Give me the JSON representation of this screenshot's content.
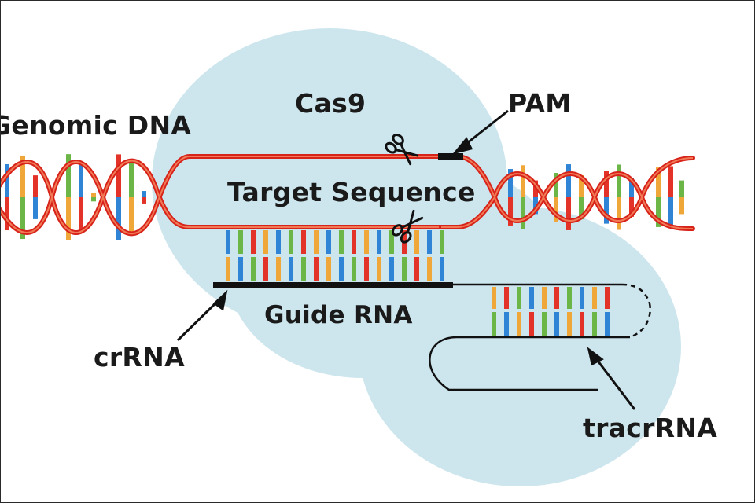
{
  "labels": {
    "genomic_dna": "Genomic DNA",
    "cas9": "Cas9",
    "pam": "PAM",
    "target_sequence": "Target Sequence",
    "guide_rna": "Guide RNA",
    "crrna": "crRNA",
    "tracrrna": "tracrRNA"
  },
  "colors": {
    "background": "#ffffff",
    "cas9_protein": "#cde6ee",
    "dna_backbone": "#d8231a",
    "rna_backbone": "#111111",
    "base_blue": "#2f84d6",
    "base_orange": "#f0a73a",
    "base_red": "#e33227",
    "base_green": "#6cb648"
  },
  "icons": [
    "scissors-icon",
    "scissors-icon"
  ]
}
